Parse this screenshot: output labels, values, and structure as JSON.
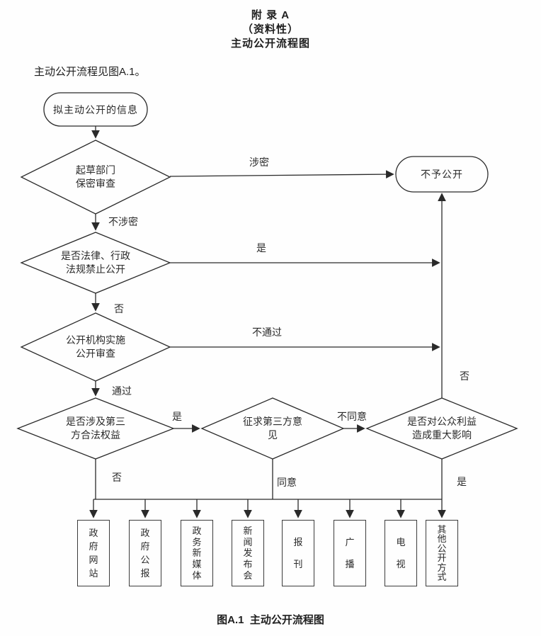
{
  "page": {
    "title_line1": "附 录 A",
    "title_line2": "（资料性）",
    "title_line3": "主动公开流程图",
    "intro": "主动公开流程见图A.1。",
    "caption": "图A.1  主动公开流程图"
  },
  "flowchart": {
    "nodes": {
      "start": {
        "label": "拟主动公开的信息",
        "shape": "stadium"
      },
      "reject": {
        "label": "不予公开",
        "shape": "stadium"
      },
      "d1": {
        "label": "起草部门\n保密审查",
        "shape": "diamond"
      },
      "d2": {
        "label": "是否法律、行政\n法规禁止公开",
        "shape": "diamond"
      },
      "d3": {
        "label": "公开机构实施\n公开审查",
        "shape": "diamond"
      },
      "d4": {
        "label": "是否涉及第三\n方合法权益",
        "shape": "diamond"
      },
      "d5": {
        "label": "征求第三方意\n见",
        "shape": "diamond"
      },
      "d6": {
        "label": "是否对公众利益\n造成重大影响",
        "shape": "diamond"
      }
    },
    "edge_labels": {
      "d1_reject": "涉密",
      "d1_d2": "不涉密",
      "d2_merge": "是",
      "d2_d3": "否",
      "d3_merge": "不通过",
      "d3_d4": "通过",
      "d4_d5": "是",
      "d4_down": "否",
      "d5_d6": "不同意",
      "d5_down": "同意",
      "d6_up": "否",
      "d6_down": "是"
    },
    "outputs": [
      "政府网站",
      "政府公报",
      "政务新媒体",
      "新闻发布会",
      "报刊",
      "广播",
      "电视",
      "其他公开方式"
    ],
    "colors": {
      "line": "#2a2a2a",
      "text": "#1e1e1e",
      "background": "#fefefe"
    }
  }
}
